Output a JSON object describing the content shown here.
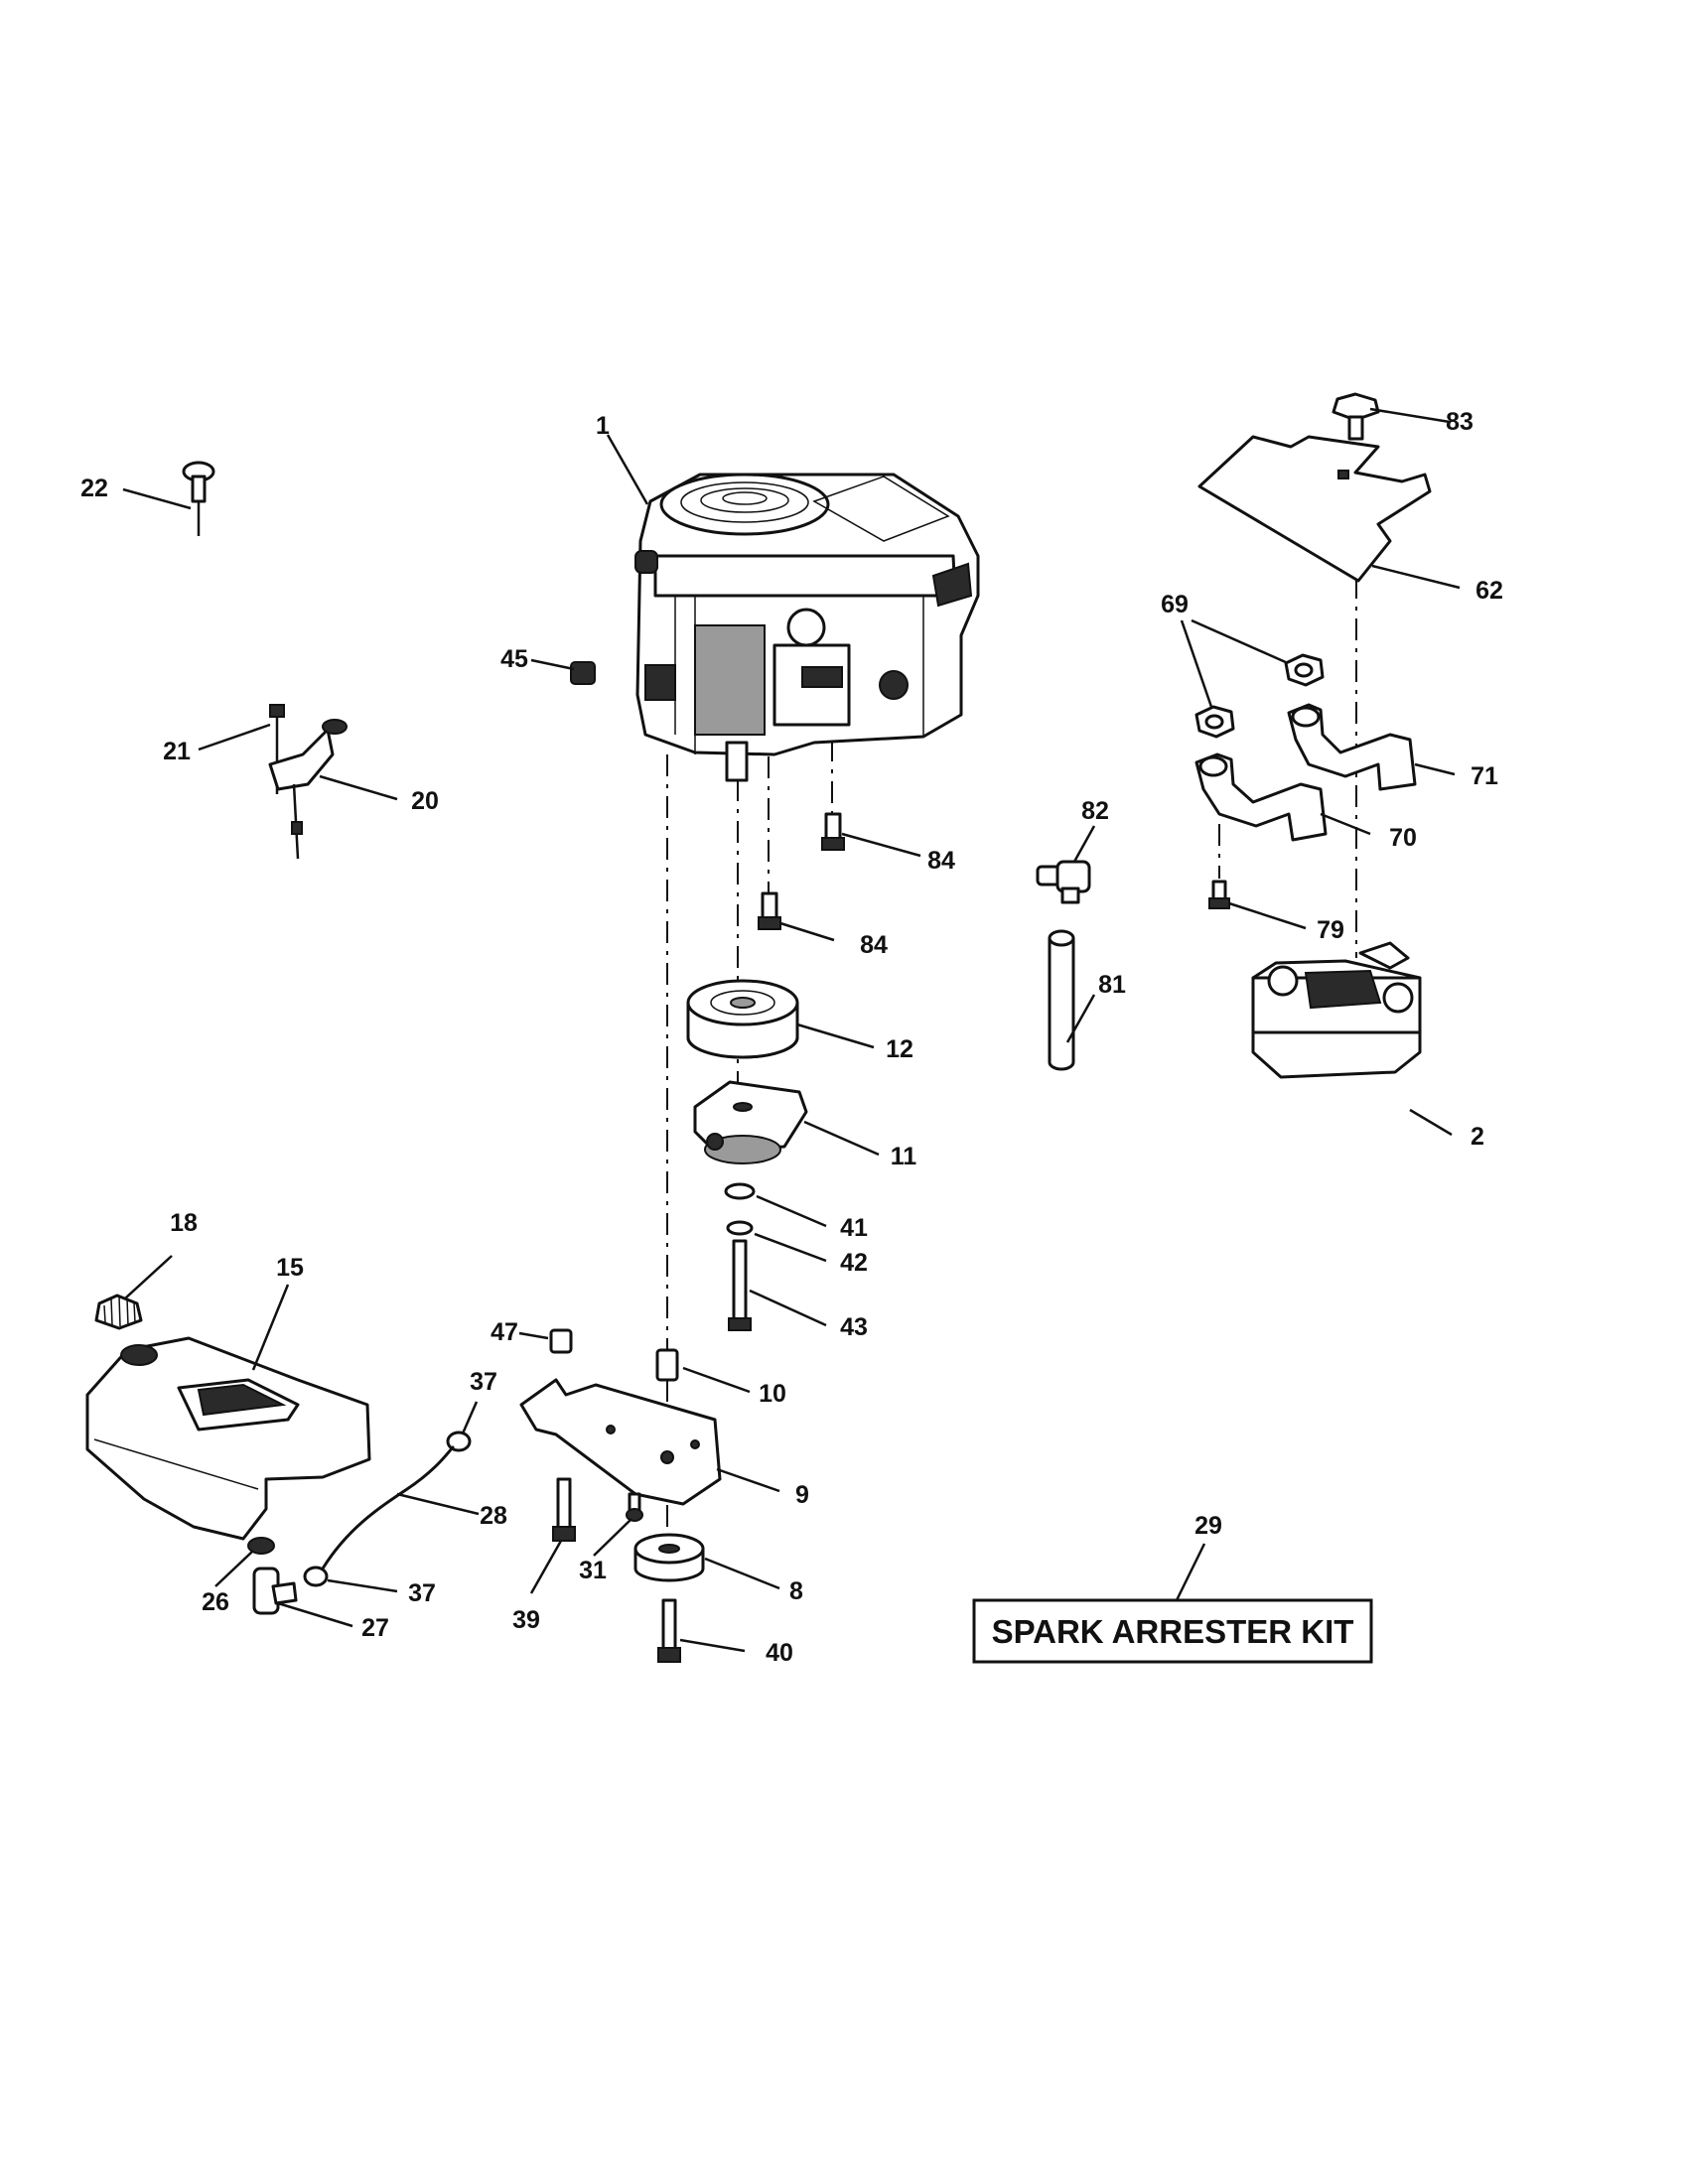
{
  "diagram": {
    "callouts": [
      {
        "id": "c1",
        "label": "1"
      },
      {
        "id": "c2",
        "label": "2"
      },
      {
        "id": "c8",
        "label": "8"
      },
      {
        "id": "c9",
        "label": "9"
      },
      {
        "id": "c10",
        "label": "10"
      },
      {
        "id": "c11",
        "label": "11"
      },
      {
        "id": "c12",
        "label": "12"
      },
      {
        "id": "c15",
        "label": "15"
      },
      {
        "id": "c18",
        "label": "18"
      },
      {
        "id": "c20",
        "label": "20"
      },
      {
        "id": "c21",
        "label": "21"
      },
      {
        "id": "c22",
        "label": "22"
      },
      {
        "id": "c26",
        "label": "26"
      },
      {
        "id": "c27",
        "label": "27"
      },
      {
        "id": "c28",
        "label": "28"
      },
      {
        "id": "c29",
        "label": "29"
      },
      {
        "id": "c31",
        "label": "31"
      },
      {
        "id": "c37a",
        "label": "37"
      },
      {
        "id": "c37b",
        "label": "37"
      },
      {
        "id": "c39",
        "label": "39"
      },
      {
        "id": "c40",
        "label": "40"
      },
      {
        "id": "c41",
        "label": "41"
      },
      {
        "id": "c42",
        "label": "42"
      },
      {
        "id": "c43",
        "label": "43"
      },
      {
        "id": "c45",
        "label": "45"
      },
      {
        "id": "c47",
        "label": "47"
      },
      {
        "id": "c62",
        "label": "62"
      },
      {
        "id": "c69",
        "label": "69"
      },
      {
        "id": "c70",
        "label": "70"
      },
      {
        "id": "c71",
        "label": "71"
      },
      {
        "id": "c79",
        "label": "79"
      },
      {
        "id": "c81",
        "label": "81"
      },
      {
        "id": "c82",
        "label": "82"
      },
      {
        "id": "c83",
        "label": "83"
      },
      {
        "id": "c84a",
        "label": "84"
      },
      {
        "id": "c84b",
        "label": "84"
      }
    ],
    "kit_box": {
      "label": "SPARK ARRESTER KIT"
    }
  }
}
